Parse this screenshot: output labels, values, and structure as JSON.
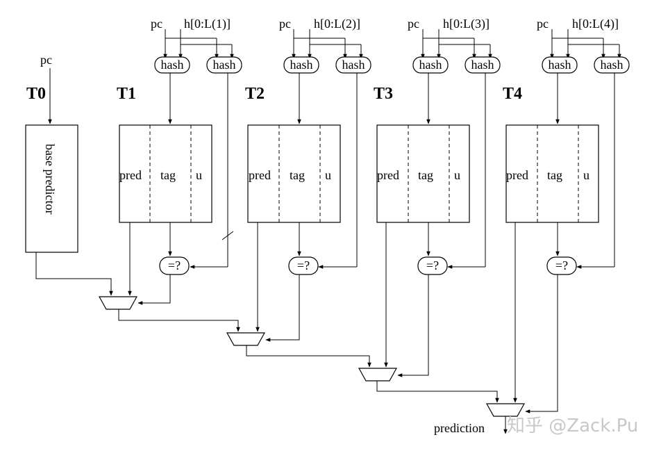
{
  "inputs": {
    "pc": "pc",
    "history": [
      "h[0:L(1)]",
      "h[0:L(2)]",
      "h[0:L(3)]",
      "h[0:L(4)]"
    ]
  },
  "tables": {
    "base": {
      "name": "T0",
      "label": "base predictor"
    },
    "tagged": [
      {
        "name": "T1",
        "fields": [
          "pred",
          "tag",
          "u"
        ]
      },
      {
        "name": "T2",
        "fields": [
          "pred",
          "tag",
          "u"
        ]
      },
      {
        "name": "T3",
        "fields": [
          "pred",
          "tag",
          "u"
        ]
      },
      {
        "name": "T4",
        "fields": [
          "pred",
          "tag",
          "u"
        ]
      }
    ]
  },
  "blocks": {
    "hash": "hash",
    "compare": "=?"
  },
  "output": "prediction",
  "watermark": "知乎 @Zack.Pu"
}
